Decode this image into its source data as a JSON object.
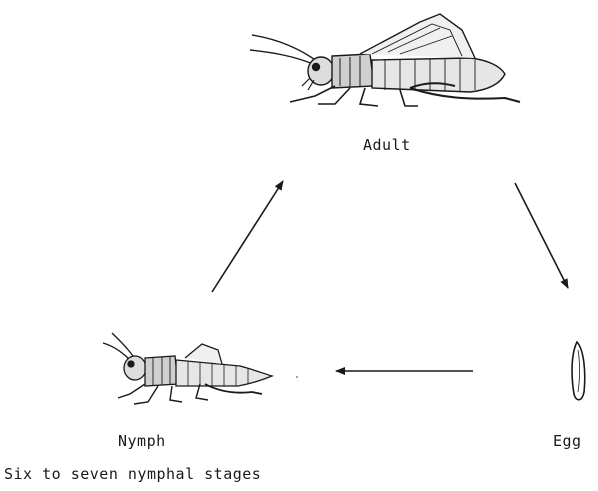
{
  "stages": {
    "adult": "Adult",
    "nymph": "Nymph",
    "egg": "Egg"
  },
  "caption": "Six to seven nymphal stages",
  "colors": {
    "ink": "#1a1a1a",
    "background": "#ffffff"
  }
}
